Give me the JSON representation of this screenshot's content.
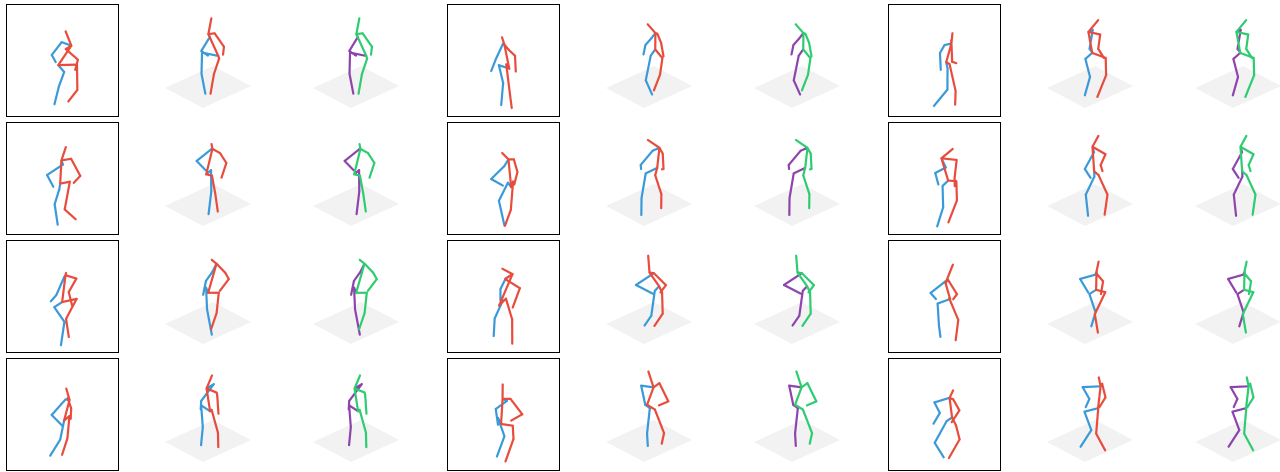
{
  "colors": {
    "left": "#3a9ad9",
    "right": "#e74c3c",
    "left_alt": "#8e44ad",
    "right_alt": "#2ecc71",
    "floor": "#f2f2f2",
    "frame_border": "#000000"
  },
  "rows": [
    [
      {
        "view": "2d",
        "pose": 0,
        "colors": "lr"
      },
      {
        "view": "3d",
        "pose": 1,
        "colors": "lr"
      },
      {
        "view": "3d",
        "pose": 1,
        "colors": "alt"
      },
      {
        "view": "2d",
        "pose": 2,
        "colors": "lr"
      },
      {
        "view": "3d",
        "pose": 3,
        "colors": "lr"
      },
      {
        "view": "3d",
        "pose": 3,
        "colors": "alt"
      },
      {
        "view": "2d",
        "pose": 4,
        "colors": "lr"
      },
      {
        "view": "3d",
        "pose": 5,
        "colors": "lr"
      },
      {
        "view": "3d",
        "pose": 5,
        "colors": "alt"
      }
    ],
    [
      {
        "view": "2d",
        "pose": 6,
        "colors": "lr"
      },
      {
        "view": "3d",
        "pose": 7,
        "colors": "lr"
      },
      {
        "view": "3d",
        "pose": 7,
        "colors": "alt"
      },
      {
        "view": "2d",
        "pose": 8,
        "colors": "lr"
      },
      {
        "view": "3d",
        "pose": 9,
        "colors": "lr"
      },
      {
        "view": "3d",
        "pose": 9,
        "colors": "alt"
      },
      {
        "view": "2d",
        "pose": 10,
        "colors": "lr"
      },
      {
        "view": "3d",
        "pose": 11,
        "colors": "lr"
      },
      {
        "view": "3d",
        "pose": 11,
        "colors": "alt"
      }
    ],
    [
      {
        "view": "2d",
        "pose": 12,
        "colors": "lr"
      },
      {
        "view": "3d",
        "pose": 13,
        "colors": "lr"
      },
      {
        "view": "3d",
        "pose": 13,
        "colors": "alt"
      },
      {
        "view": "2d",
        "pose": 14,
        "colors": "lr"
      },
      {
        "view": "3d",
        "pose": 15,
        "colors": "lr"
      },
      {
        "view": "3d",
        "pose": 15,
        "colors": "alt"
      },
      {
        "view": "2d",
        "pose": 16,
        "colors": "lr"
      },
      {
        "view": "3d",
        "pose": 17,
        "colors": "lr"
      },
      {
        "view": "3d",
        "pose": 17,
        "colors": "alt"
      }
    ],
    [
      {
        "view": "2d",
        "pose": 18,
        "colors": "lr"
      },
      {
        "view": "3d",
        "pose": 19,
        "colors": "lr"
      },
      {
        "view": "3d",
        "pose": 19,
        "colors": "alt"
      },
      {
        "view": "2d",
        "pose": 20,
        "colors": "lr"
      },
      {
        "view": "3d",
        "pose": 21,
        "colors": "lr"
      },
      {
        "view": "3d",
        "pose": 21,
        "colors": "alt"
      },
      {
        "view": "2d",
        "pose": 22,
        "colors": "lr"
      },
      {
        "view": "3d",
        "pose": 23,
        "colors": "lr"
      },
      {
        "view": "3d",
        "pose": 23,
        "colors": "alt"
      }
    ]
  ]
}
